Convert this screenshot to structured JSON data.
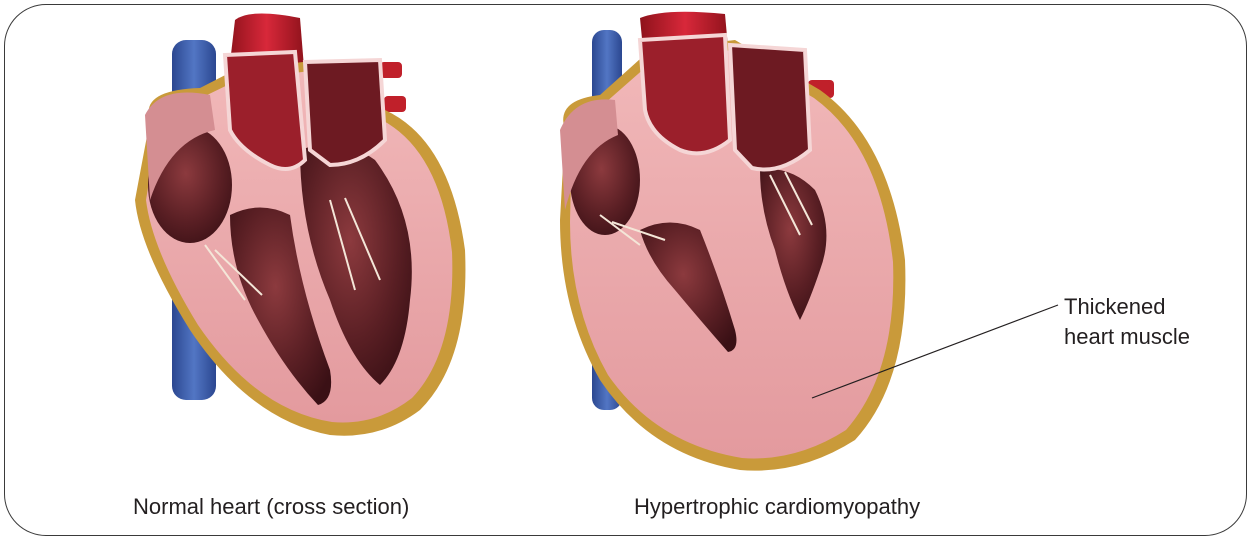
{
  "captions": {
    "normal": "Normal heart (cross section)",
    "hypertrophic": "Hypertrophic cardiomyopathy"
  },
  "annotation": {
    "line1": "Thickened",
    "line2": "heart muscle"
  },
  "colors": {
    "frame": "#3a3a3a",
    "muscle": "#e8a3a6",
    "chamber": "#5a1f24",
    "aorta": "#c0202a",
    "vein": "#3a5ca8",
    "fat": "#c99a3a",
    "text": "#231f20"
  }
}
